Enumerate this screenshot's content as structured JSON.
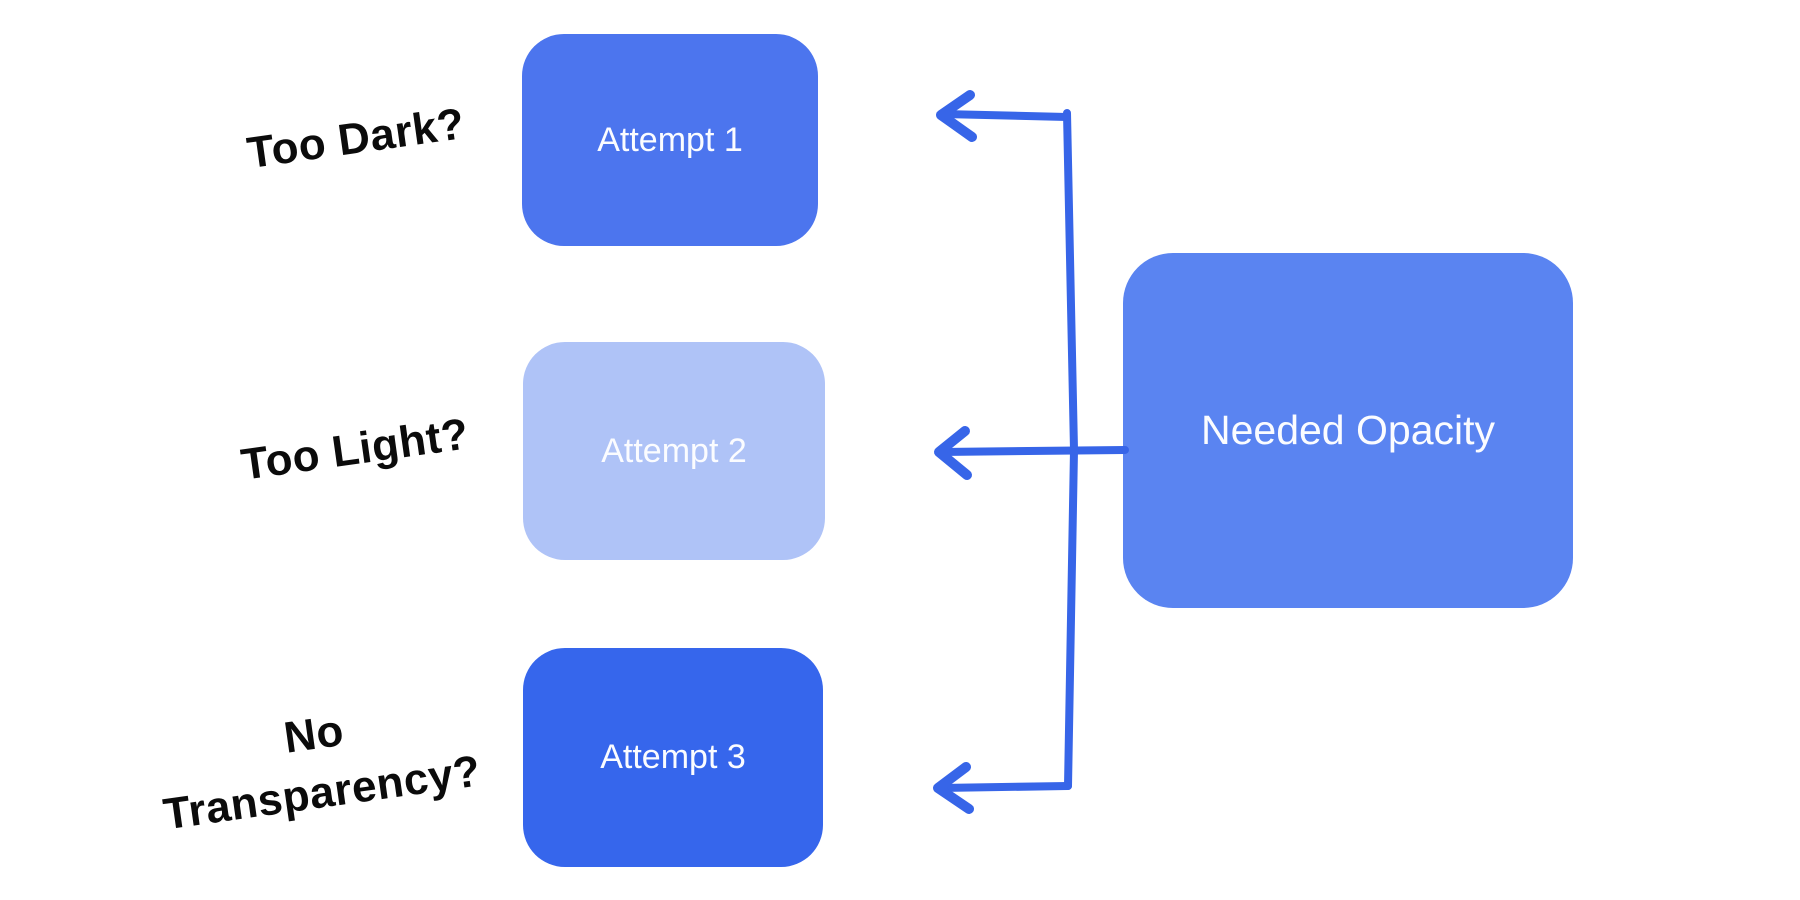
{
  "background_color": "#ffffff",
  "side_labels": [
    {
      "text": "Too Dark?"
    },
    {
      "text": "Too Light?"
    },
    {
      "text": "No Transparency?"
    }
  ],
  "attempt_boxes": [
    {
      "label": "Attempt 1",
      "fill": "#4C75EE"
    },
    {
      "label": "Attempt 2",
      "fill": "#AFC3F7"
    },
    {
      "label": "Attempt 3",
      "fill": "#3666EC"
    }
  ],
  "result_box": {
    "label": "Needed Opacity",
    "fill": "#5A84F1"
  },
  "arrow_color": "#3765E8",
  "box_text_color": "#FBFCFF",
  "label_text_color": "#0B0B0B"
}
